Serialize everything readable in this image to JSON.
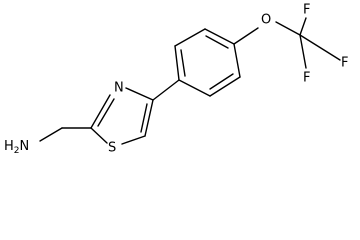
{
  "molecule": {
    "atoms": {
      "amine": "H2N",
      "amine_subscript_base": "H",
      "amine_subscript": "2",
      "amine_tail": "N",
      "thiazole_n": "N",
      "thiazole_s": "S",
      "ether_o": "O",
      "fluorine_1": "F",
      "fluorine_2": "F",
      "fluorine_3": "F"
    }
  }
}
